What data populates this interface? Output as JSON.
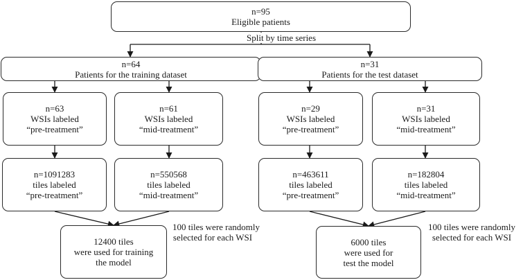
{
  "nodes": {
    "eligible": {
      "l1": "n=95",
      "l2": "Eligible patients"
    },
    "train": {
      "l1": "n=64",
      "l2": "Patients for the training dataset"
    },
    "test": {
      "l1": "n=31",
      "l2": "Patients for the test dataset"
    },
    "train_pre_wsi": {
      "l1": "n=63",
      "l2": "WSIs labeled",
      "l3": "“pre-treatment”"
    },
    "train_mid_wsi": {
      "l1": "n=61",
      "l2": "WSIs labeled",
      "l3": "“mid-treatment”"
    },
    "test_pre_wsi": {
      "l1": "n=29",
      "l2": "WSIs labeled",
      "l3": "“pre-treatment”"
    },
    "test_mid_wsi": {
      "l1": "n=31",
      "l2": "WSIs labeled",
      "l3": "“mid-treatment”"
    },
    "train_pre_tiles": {
      "l1": "n=1091283",
      "l2": "tiles labeled",
      "l3": "“pre-treatment”"
    },
    "train_mid_tiles": {
      "l1": "n=550568",
      "l2": "tiles labeled",
      "l3": "“mid-treatment”"
    },
    "test_pre_tiles": {
      "l1": "n=463611",
      "l2": "tiles labeled",
      "l3": "“pre-treatment”"
    },
    "test_mid_tiles": {
      "l1": "n=182804",
      "l2": "tiles labeled",
      "l3": "“mid-treatment”"
    },
    "train_result": {
      "l1": "12400 tiles",
      "l2": "were used for training",
      "l3": "the model"
    },
    "test_result": {
      "l1": "6000 tiles",
      "l2": "were used for",
      "l3": "test the model"
    }
  },
  "notes": {
    "split": "Split by time series",
    "train_sampling": {
      "l1": "100 tiles were randomly",
      "l2": "selected for each WSI"
    },
    "test_sampling": {
      "l1": "100 tiles were randomly",
      "l2": "selected for each WSI"
    }
  }
}
